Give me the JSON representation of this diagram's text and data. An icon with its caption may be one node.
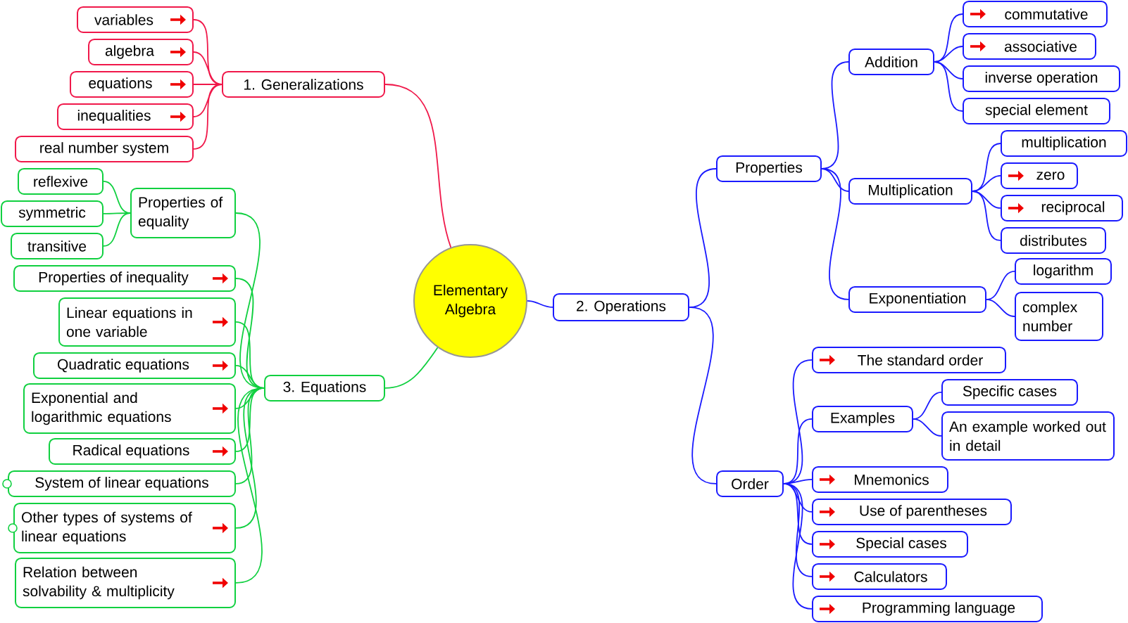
{
  "diagram": {
    "nodes": [
      {
        "text": [
          "Elementary Algebra"
        ]
      },
      {
        "text": [
          "1. Generalizations"
        ]
      },
      {
        "text": [
          "variables"
        ]
      },
      {
        "text": [
          "algebra"
        ]
      },
      {
        "text": [
          "equations"
        ]
      },
      {
        "text": [
          "inequalities"
        ]
      },
      {
        "text": [
          "real number system"
        ]
      },
      {
        "text": [
          "3. Equations"
        ]
      },
      {
        "text": [
          "Properties of equality"
        ]
      },
      {
        "text": [
          "reflexive"
        ]
      },
      {
        "text": [
          "symmetric"
        ]
      },
      {
        "text": [
          "transitive"
        ]
      },
      {
        "text": [
          "Properties of inequality"
        ]
      },
      {
        "text": [
          "Linear equations in one variable"
        ]
      },
      {
        "text": [
          "Quadratic equations"
        ]
      },
      {
        "text": [
          "Exponential and logarithmic equations"
        ]
      },
      {
        "text": [
          "Radical equations"
        ]
      },
      {
        "text": [
          "System of linear equations"
        ]
      },
      {
        "text": [
          "Other types of systems of linear equations"
        ]
      },
      {
        "text": [
          "Relation between solvability & multiplicity"
        ]
      },
      {
        "text": [
          "2. Operations"
        ]
      },
      {
        "text": [
          "Properties"
        ]
      },
      {
        "text": [
          "Addition"
        ]
      },
      {
        "text": [
          "commutative"
        ]
      },
      {
        "text": [
          "associative"
        ]
      },
      {
        "text": [
          "inverse operation"
        ]
      },
      {
        "text": [
          "special element"
        ]
      },
      {
        "text": [
          "Multiplication"
        ]
      },
      {
        "text": [
          "multiplication"
        ]
      },
      {
        "text": [
          "zero"
        ]
      },
      {
        "text": [
          "reciprocal"
        ]
      },
      {
        "text": [
          "distributes"
        ]
      },
      {
        "text": [
          "Exponentiation"
        ]
      },
      {
        "text": [
          "logarithm"
        ]
      },
      {
        "text": [
          "complex number"
        ]
      },
      {
        "text": [
          "Order"
        ]
      },
      {
        "text": [
          "The standard order"
        ]
      },
      {
        "text": [
          "Examples"
        ]
      },
      {
        "text": [
          "Specific cases"
        ]
      },
      {
        "text": [
          "An example worked out in detail"
        ]
      },
      {
        "text": [
          "Mnemonics"
        ]
      },
      {
        "text": [
          "Use of parentheses"
        ]
      },
      {
        "text": [
          "Special cases"
        ]
      },
      {
        "text": [
          "Calculators"
        ]
      },
      {
        "text": [
          "Programming language"
        ]
      }
    ],
    "edges": [
      {
        "from": 0,
        "to": 1,
        "arrow": "none",
        "color": "#f0184a"
      },
      {
        "from": 1,
        "to": 2,
        "arrow": "none",
        "color": "#f0184a"
      },
      {
        "from": 1,
        "to": 3,
        "arrow": "none",
        "color": "#f0184a"
      },
      {
        "from": 1,
        "to": 4,
        "arrow": "none",
        "color": "#f0184a"
      },
      {
        "from": 1,
        "to": 5,
        "arrow": "none",
        "color": "#f0184a"
      },
      {
        "from": 1,
        "to": 6,
        "arrow": "none",
        "color": "#f0184a"
      },
      {
        "from": 0,
        "to": 7,
        "arrow": "none",
        "color": "#10d040"
      },
      {
        "from": 7,
        "to": 8,
        "arrow": "none",
        "color": "#10d040"
      },
      {
        "from": 8,
        "to": 9,
        "arrow": "none",
        "color": "#10d040"
      },
      {
        "from": 8,
        "to": 10,
        "arrow": "none",
        "color": "#10d040"
      },
      {
        "from": 8,
        "to": 11,
        "arrow": "none",
        "color": "#10d040"
      },
      {
        "from": 7,
        "to": 12,
        "arrow": "none",
        "color": "#10d040"
      },
      {
        "from": 7,
        "to": 13,
        "arrow": "none",
        "color": "#10d040"
      },
      {
        "from": 7,
        "to": 14,
        "arrow": "none",
        "color": "#10d040"
      },
      {
        "from": 7,
        "to": 15,
        "arrow": "none",
        "color": "#10d040"
      },
      {
        "from": 7,
        "to": 16,
        "arrow": "none",
        "color": "#10d040"
      },
      {
        "from": 7,
        "to": 17,
        "arrow": "none",
        "color": "#10d040"
      },
      {
        "from": 7,
        "to": 18,
        "arrow": "none",
        "color": "#10d040"
      },
      {
        "from": 7,
        "to": 19,
        "arrow": "none",
        "color": "#10d040"
      },
      {
        "from": 0,
        "to": 20,
        "arrow": "none"
      },
      {
        "from": 20,
        "to": 21,
        "arrow": "none"
      },
      {
        "from": 21,
        "to": 22,
        "arrow": "none"
      },
      {
        "from": 22,
        "to": 23,
        "arrow": "none"
      },
      {
        "from": 22,
        "to": 24,
        "arrow": "none"
      },
      {
        "from": 22,
        "to": 25,
        "arrow": "none"
      },
      {
        "from": 22,
        "to": 26,
        "arrow": "none"
      },
      {
        "from": 21,
        "to": 27,
        "arrow": "none"
      },
      {
        "from": 27,
        "to": 28,
        "arrow": "none"
      },
      {
        "from": 27,
        "to": 29,
        "arrow": "none"
      },
      {
        "from": 27,
        "to": 30,
        "arrow": "none"
      },
      {
        "from": 27,
        "to": 31,
        "arrow": "none"
      },
      {
        "from": 21,
        "to": 32,
        "arrow": "none"
      },
      {
        "from": 32,
        "to": 33,
        "arrow": "none"
      },
      {
        "from": 32,
        "to": 34,
        "arrow": "none"
      },
      {
        "from": 20,
        "to": 35,
        "arrow": "none"
      },
      {
        "from": 35,
        "to": 36,
        "arrow": "none"
      },
      {
        "from": 35,
        "to": 37,
        "arrow": "none"
      },
      {
        "from": 37,
        "to": 38,
        "arrow": "none"
      },
      {
        "from": 37,
        "to": 39,
        "arrow": "none"
      },
      {
        "from": 35,
        "to": 40,
        "arrow": "none"
      },
      {
        "from": 35,
        "to": 41,
        "arrow": "none"
      },
      {
        "from": 35,
        "to": 42,
        "arrow": "none"
      },
      {
        "from": 35,
        "to": 43,
        "arrow": "none"
      },
      {
        "from": 35,
        "to": 44,
        "arrow": "none"
      }
    ]
  }
}
